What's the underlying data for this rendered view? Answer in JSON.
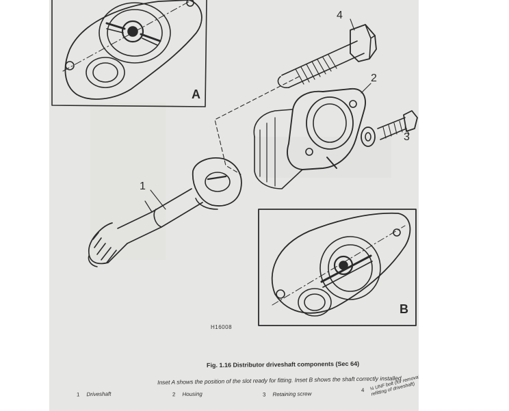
{
  "figure": {
    "callouts": {
      "one": "1",
      "two": "2",
      "three": "3",
      "four": "4"
    },
    "inset_a_label": "A",
    "inset_b_label": "B",
    "reference_code": "H16008"
  },
  "caption": {
    "title": "Fig. 1.16 Distributor driveshaft components (Sec 64)",
    "description": "Inset A shows the position of the slot ready for fitting. Inset B shows the shaft correctly installed",
    "legend": [
      {
        "number": "1",
        "label": "Driveshaft"
      },
      {
        "number": "2",
        "label": "Housing"
      },
      {
        "number": "3",
        "label": "Retaining screw"
      },
      {
        "number": "4",
        "label": "¼ UNF bolt (for removal and refitting of driveshaft)"
      }
    ]
  }
}
